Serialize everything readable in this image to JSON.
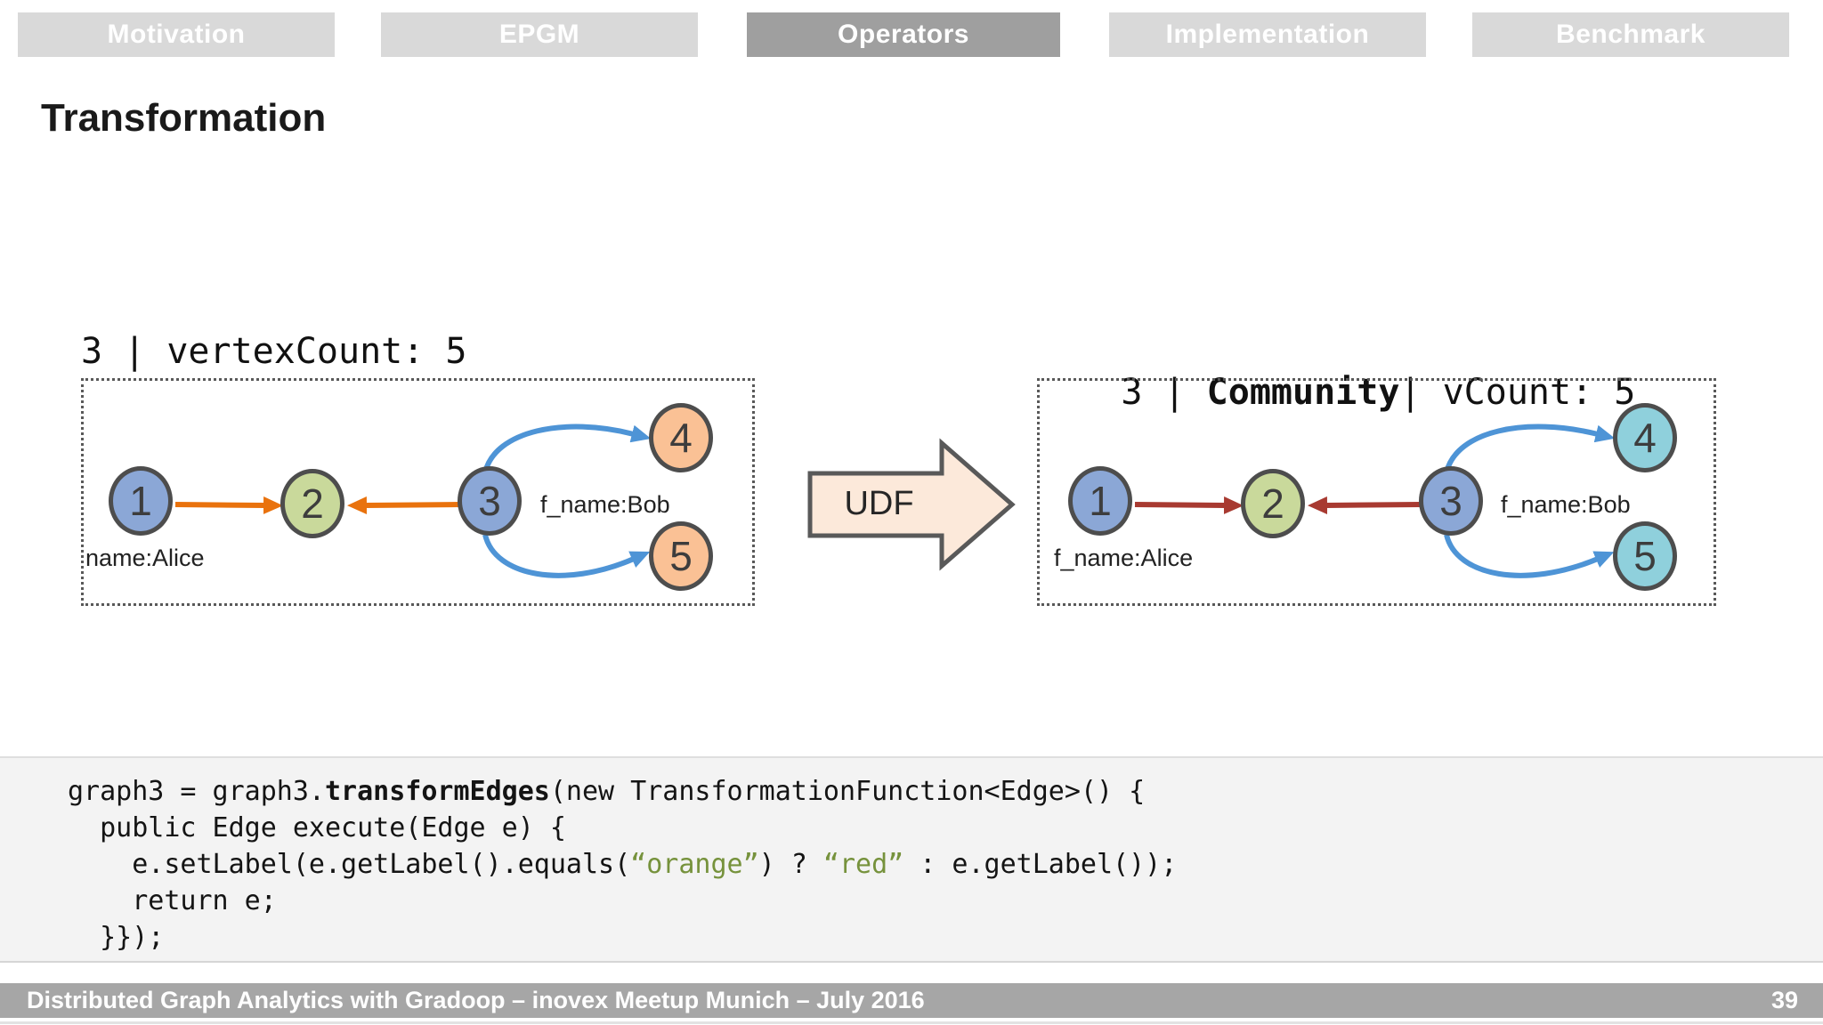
{
  "nav": {
    "tabs": [
      {
        "label": "Motivation",
        "active": false
      },
      {
        "label": "EPGM",
        "active": false
      },
      {
        "label": "Operators",
        "active": true
      },
      {
        "label": "Implementation",
        "active": false
      },
      {
        "label": "Benchmark",
        "active": false
      }
    ]
  },
  "title": "Transformation",
  "left_graph": {
    "header": "3 | vertexCount: 5",
    "nodes": [
      {
        "label": "1",
        "fill": "node-blue"
      },
      {
        "label": "2",
        "fill": "node-green"
      },
      {
        "label": "3",
        "fill": "node-blue"
      },
      {
        "label": "4",
        "fill": "node-orange"
      },
      {
        "label": "5",
        "fill": "node-orange"
      }
    ],
    "edges": [
      {
        "source": "1",
        "target": "2",
        "color": "orange",
        "shape": "straight"
      },
      {
        "source": "3",
        "target": "2",
        "color": "orange",
        "shape": "straight"
      },
      {
        "source": "3",
        "target": "4",
        "color": "blue",
        "shape": "curve-up"
      },
      {
        "source": "3",
        "target": "5",
        "color": "blue",
        "shape": "curve-down"
      }
    ],
    "vertex_label_1": "name:Alice",
    "vertex_label_3": "f_name:Bob"
  },
  "right_graph": {
    "header_prefix": "3 | ",
    "header_graph_label": "Community",
    "header_suffix": "| vCount: 5",
    "nodes": [
      {
        "label": "1",
        "fill": "node-blue"
      },
      {
        "label": "2",
        "fill": "node-green"
      },
      {
        "label": "3",
        "fill": "node-blue"
      },
      {
        "label": "4",
        "fill": "node-cyan"
      },
      {
        "label": "5",
        "fill": "node-cyan"
      }
    ],
    "edges": [
      {
        "source": "1",
        "target": "2",
        "color": "red",
        "shape": "straight"
      },
      {
        "source": "3",
        "target": "2",
        "color": "red",
        "shape": "straight"
      },
      {
        "source": "3",
        "target": "4",
        "color": "blue",
        "shape": "curve-up"
      },
      {
        "source": "3",
        "target": "5",
        "color": "blue",
        "shape": "curve-down"
      }
    ],
    "vertex_label_1": "f_name:Alice",
    "vertex_label_3": "f_name:Bob"
  },
  "udf": {
    "label": "UDF"
  },
  "code": {
    "lines": [
      {
        "segments": [
          {
            "text": "graph3 = graph3.",
            "style": "plain"
          },
          {
            "text": "transformEdges",
            "style": "bold"
          },
          {
            "text": "(new TransformationFunction<Edge>() {",
            "style": "plain"
          }
        ]
      },
      {
        "segments": [
          {
            "text": "  public Edge execute(Edge e) {",
            "style": "plain"
          }
        ]
      },
      {
        "segments": [
          {
            "text": "    e.setLabel(e.getLabel().equals(",
            "style": "plain"
          },
          {
            "text": "“orange”",
            "style": "string"
          },
          {
            "text": ") ? ",
            "style": "plain"
          },
          {
            "text": "“red”",
            "style": "string"
          },
          {
            "text": " : e.getLabel());",
            "style": "plain"
          }
        ]
      },
      {
        "segments": [
          {
            "text": "    return e;",
            "style": "plain"
          }
        ]
      },
      {
        "segments": [
          {
            "text": "  }});",
            "style": "plain"
          }
        ]
      }
    ]
  },
  "footer": {
    "text": "Distributed Graph Analytics with Gradoop – inovex Meetup Munich – July 2016",
    "page": "39"
  },
  "colors": {
    "node-blue": "#8ba7d6",
    "node-green": "#c9d99b",
    "node-orange": "#fac195",
    "node-cyan": "#8fd0dc",
    "node-border": "#4d4d4d",
    "edge-orange": "#e9720d",
    "edge-red": "#a83a31",
    "edge-blue": "#4e94d6",
    "tab-inactive": "#d9d9d9",
    "tab-active": "#9f9f9f",
    "footer-bar": "#a6a6a6",
    "code-bg": "#f3f3f3",
    "code-string": "#76923c",
    "udf-fill": "#fce9da",
    "udf-border": "#595959",
    "dashed-border": "#595959"
  }
}
